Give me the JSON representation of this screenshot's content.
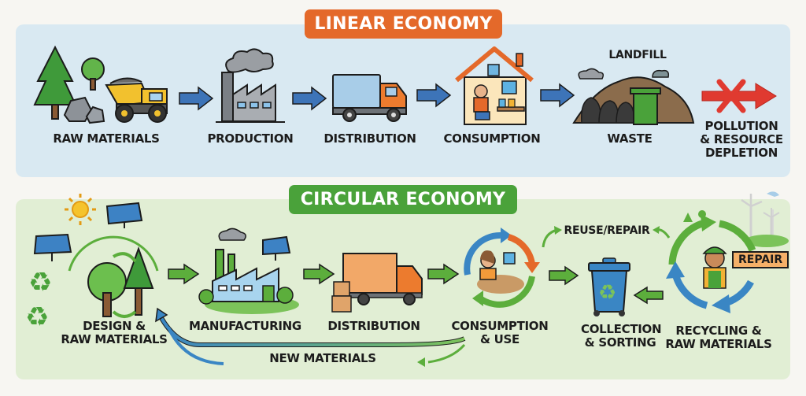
{
  "linear": {
    "title": "LINEAR ECONOMY",
    "colors": {
      "badge": "#e4692a",
      "panel": "#d9e9f2",
      "arrow": "#3d74b8",
      "blocked_arrow": "#e03a30"
    },
    "stages": [
      {
        "label": "RAW MATERIALS",
        "icon": "trees-rocks-dump-truck-icon"
      },
      {
        "label": "PRODUCTION",
        "icon": "smoking-factory-icon"
      },
      {
        "label": "DISTRIBUTION",
        "icon": "delivery-truck-icon"
      },
      {
        "label": "CONSUMPTION",
        "icon": "house-consumer-icon"
      },
      {
        "label": "WASTE",
        "icon": "landfill-trash-icon",
        "annotation": "LANDFILL"
      },
      {
        "label_lines": [
          "POLLUTION",
          "& RESOURCE",
          "DEPLETION"
        ],
        "icon": "blocked-arrow-icon"
      }
    ]
  },
  "circular": {
    "title": "CIRCULAR ECONOMY",
    "colors": {
      "badge": "#4aa23a",
      "panel": "#e1eed4",
      "arrow": "#5cae3c",
      "return_arrow": "#3a86c4"
    },
    "stages": [
      {
        "label_lines": [
          "DESIGN &",
          "RAW MATERIALS"
        ],
        "icon": "trees-solar-recycle-icon"
      },
      {
        "label": "MANUFACTURING",
        "icon": "green-factory-solar-icon"
      },
      {
        "label": "DISTRIBUTION",
        "icon": "truck-boxes-icon"
      },
      {
        "label_lines": [
          "CONSUMPTION",
          "& USE"
        ],
        "icon": "consumer-cycle-icon"
      },
      {
        "label_lines": [
          "COLLECTION",
          "& SORTING"
        ],
        "icon": "recycling-bin-icon"
      },
      {
        "label_lines": [
          "RECYCLING &",
          "RAW MATERIALS"
        ],
        "icon": "worker-repair-cycle-icon"
      }
    ],
    "loop_labels": {
      "return": "NEW MATERIALS",
      "reuse": "REUSE/REPAIR",
      "repair_sign": "REPAIR"
    }
  }
}
